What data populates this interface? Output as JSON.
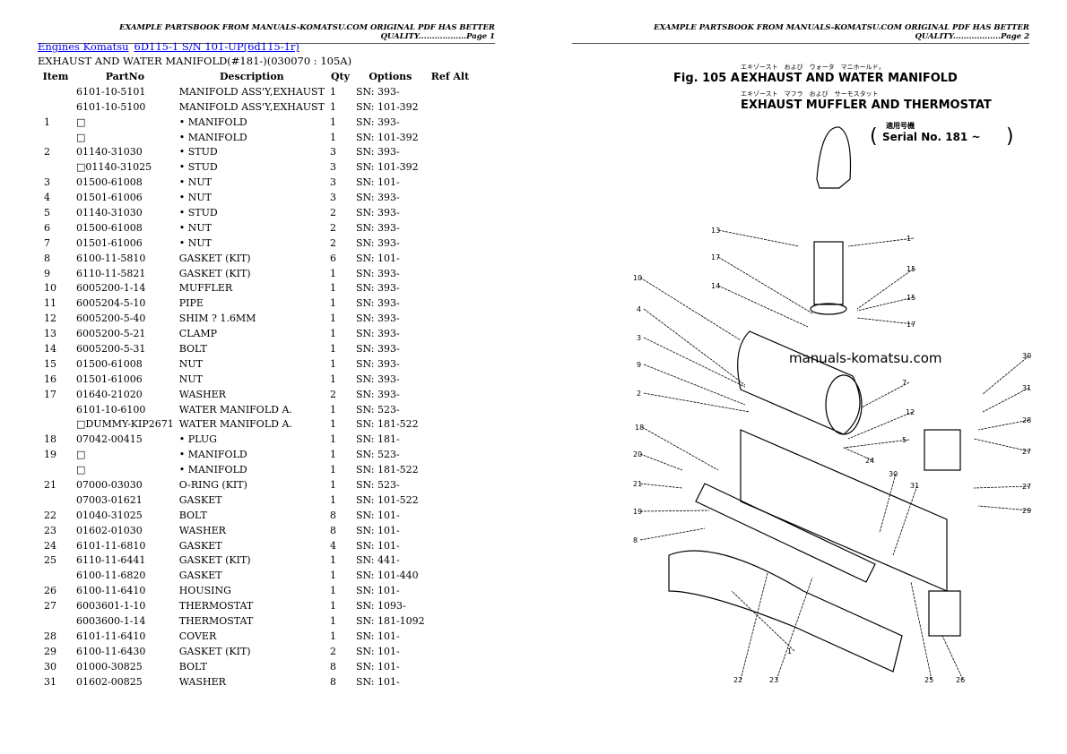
{
  "header": {
    "page1": "EXAMPLE PARTSBOOK FROM MANUALS-KOMATSU.COM ORIGINAL PDF HAS BETTER QUALITY..................Page 1",
    "page2": "EXAMPLE PARTSBOOK FROM MANUALS-KOMATSU.COM ORIGINAL PDF HAS BETTER QUALITY..................Page 2"
  },
  "breadcrumb": {
    "link1": "Engines Komatsu",
    "link2": "6D115-1 S/N 101-UP(6d115-1r)"
  },
  "section_title": "EXHAUST AND WATER MANIFOLD(#181-)(030070 : 105A)",
  "columns": [
    "Item",
    "PartNo",
    "Description",
    "Qty",
    "Options",
    "Ref Alt"
  ],
  "rows": [
    [
      "",
      "6101-10-5101",
      "MANIFOLD ASS'Y,EXHAUST",
      "1",
      "SN: 393-"
    ],
    [
      "",
      "6101-10-5100",
      "MANIFOLD ASS'Y,EXHAUST",
      "1",
      "SN: 101-392"
    ],
    [
      "1",
      "□",
      "• MANIFOLD",
      "1",
      "SN: 393-"
    ],
    [
      "",
      "□",
      "• MANIFOLD",
      "1",
      "SN: 101-392"
    ],
    [
      "2",
      "01140-31030",
      "• STUD",
      "3",
      "SN: 393-"
    ],
    [
      "",
      "□01140-31025",
      "• STUD",
      "3",
      "SN: 101-392"
    ],
    [
      "3",
      "01500-61008",
      "• NUT",
      "3",
      "SN: 101-"
    ],
    [
      "4",
      "01501-61006",
      "• NUT",
      "3",
      "SN: 393-"
    ],
    [
      "5",
      "01140-31030",
      "• STUD",
      "2",
      "SN: 393-"
    ],
    [
      "6",
      "01500-61008",
      "• NUT",
      "2",
      "SN: 393-"
    ],
    [
      "7",
      "01501-61006",
      "• NUT",
      "2",
      "SN: 393-"
    ],
    [
      "8",
      "6100-11-5810",
      "GASKET (KIT)",
      "6",
      "SN: 101-"
    ],
    [
      "9",
      "6110-11-5821",
      "GASKET (KIT)",
      "1",
      "SN: 393-"
    ],
    [
      "10",
      "6005200-1-14",
      "MUFFLER",
      "1",
      "SN: 393-"
    ],
    [
      "11",
      "6005204-5-10",
      "PIPE",
      "1",
      "SN: 393-"
    ],
    [
      "12",
      "6005200-5-40",
      "SHIM ? 1.6MM",
      "1",
      "SN: 393-"
    ],
    [
      "13",
      "6005200-5-21",
      "CLAMP",
      "1",
      "SN: 393-"
    ],
    [
      "14",
      "6005200-5-31",
      "BOLT",
      "1",
      "SN: 393-"
    ],
    [
      "15",
      "01500-61008",
      "NUT",
      "1",
      "SN: 393-"
    ],
    [
      "16",
      "01501-61006",
      "NUT",
      "1",
      "SN: 393-"
    ],
    [
      "17",
      "01640-21020",
      "WASHER",
      "2",
      "SN: 393-"
    ],
    [
      "",
      "6101-10-6100",
      "WATER MANIFOLD A.",
      "1",
      "SN: 523-"
    ],
    [
      "",
      "□DUMMY-KIP2671",
      "WATER MANIFOLD A.",
      "1",
      "SN: 181-522"
    ],
    [
      "18",
      "07042-00415",
      "• PLUG",
      "1",
      "SN: 181-"
    ],
    [
      "19",
      "□",
      "• MANIFOLD",
      "1",
      "SN: 523-"
    ],
    [
      "",
      "□",
      "• MANIFOLD",
      "1",
      "SN: 181-522"
    ],
    [
      "21",
      "07000-03030",
      "O-RING (KIT)",
      "1",
      "SN: 523-"
    ],
    [
      "",
      "07003-01621",
      "GASKET",
      "1",
      "SN: 101-522"
    ],
    [
      "22",
      "01040-31025",
      "BOLT",
      "8",
      "SN: 101-"
    ],
    [
      "23",
      "01602-01030",
      "WASHER",
      "8",
      "SN: 101-"
    ],
    [
      "24",
      "6101-11-6810",
      "GASKET",
      "4",
      "SN: 101-"
    ],
    [
      "25",
      "6110-11-6441",
      "GASKET (KIT)",
      "1",
      "SN: 441-"
    ],
    [
      "",
      "6100-11-6820",
      "GASKET",
      "1",
      "SN: 101-440"
    ],
    [
      "26",
      "6100-11-6410",
      "HOUSING",
      "1",
      "SN: 101-"
    ],
    [
      "27",
      "6003601-1-10",
      "THERMOSTAT",
      "1",
      "SN: 1093-"
    ],
    [
      "",
      "6003600-1-14",
      "THERMOSTAT",
      "1",
      "SN: 181-1092"
    ],
    [
      "28",
      "6101-11-6410",
      "COVER",
      "1",
      "SN: 101-"
    ],
    [
      "29",
      "6100-11-6430",
      "GASKET (KIT)",
      "2",
      "SN: 101-"
    ],
    [
      "30",
      "01000-30825",
      "BOLT",
      "8",
      "SN: 101-"
    ],
    [
      "31",
      "01602-00825",
      "WASHER",
      "8",
      "SN: 101-"
    ]
  ],
  "figure": {
    "fig_no": "Fig. 105 A",
    "title1_jp": "エキゾースト　および　ウォータ　マニホールド，",
    "title1": "EXHAUST  AND  WATER  MANIFOLD",
    "title2_jp": "エキゾースト　マフラ　および　サーモスタット",
    "title2": "EXHAUST  MUFFLER  AND  THERMOSTAT",
    "serial_jp": "適用号機",
    "serial": "Serial  No.  181 ~",
    "watermark": "manuals-komatsu.com",
    "callouts": [
      "13",
      "17",
      "14",
      "10",
      "4",
      "3",
      "9",
      "2",
      "18",
      "20",
      "21",
      "19",
      "8",
      "1",
      "15",
      "15",
      "17",
      "30",
      "31",
      "28",
      "27",
      "27",
      "29",
      "7",
      "12",
      "5",
      "24",
      "30",
      "31",
      "22",
      "23",
      "1",
      "25",
      "26"
    ]
  }
}
